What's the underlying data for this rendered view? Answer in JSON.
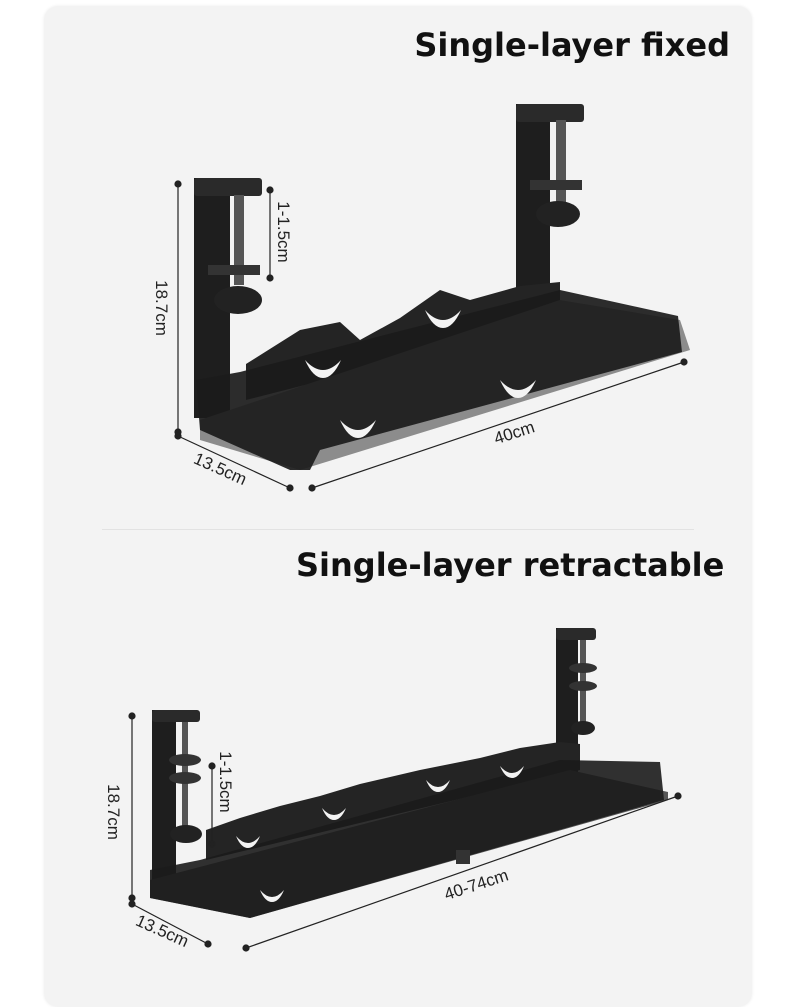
{
  "sections": [
    {
      "title": "Single-layer fixed",
      "dimensions": {
        "height": "18.7cm",
        "clamp": "1-1.5cm",
        "depth": "13.5cm",
        "length": "40cm"
      }
    },
    {
      "title": "Single-layer retractable",
      "dimensions": {
        "height": "18.7cm",
        "clamp": "1-1.5cm",
        "depth": "13.5cm",
        "length": "40-74cm"
      }
    }
  ],
  "colors": {
    "card": "#f3f3f3",
    "product": "#1e1e1e",
    "dimension_line": "#222222"
  }
}
